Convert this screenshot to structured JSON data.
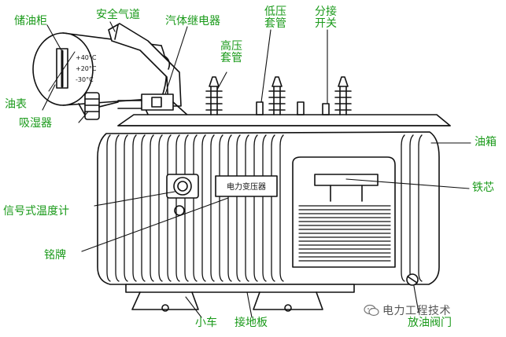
{
  "labels": {
    "conservator": "储油柜",
    "safety_airway": "安全气道",
    "gas_relay": "汽体继电器",
    "lv_bushing_line1": "低压",
    "lv_bushing_line2": "套管",
    "tap_switch_line1": "分接",
    "tap_switch_line2": "开关",
    "hv_bushing_line1": "高压",
    "hv_bushing_line2": "套管",
    "oil_gauge": "油表",
    "breather": "吸湿器",
    "oil_tank": "油箱",
    "iron_core": "铁芯",
    "thermometer": "信号式温度计",
    "nameplate": "铭牌",
    "trolley": "小车",
    "ground_plate": "接地板",
    "drain_valve": "放油阀门"
  },
  "gauge_marks": [
    "+40°C",
    "+20°C",
    "-30°C"
  ],
  "nameplate_text": "电力变压器",
  "watermark": "电力工程技术",
  "colors": {
    "label": "#1a9a1a",
    "line": "#111111"
  }
}
